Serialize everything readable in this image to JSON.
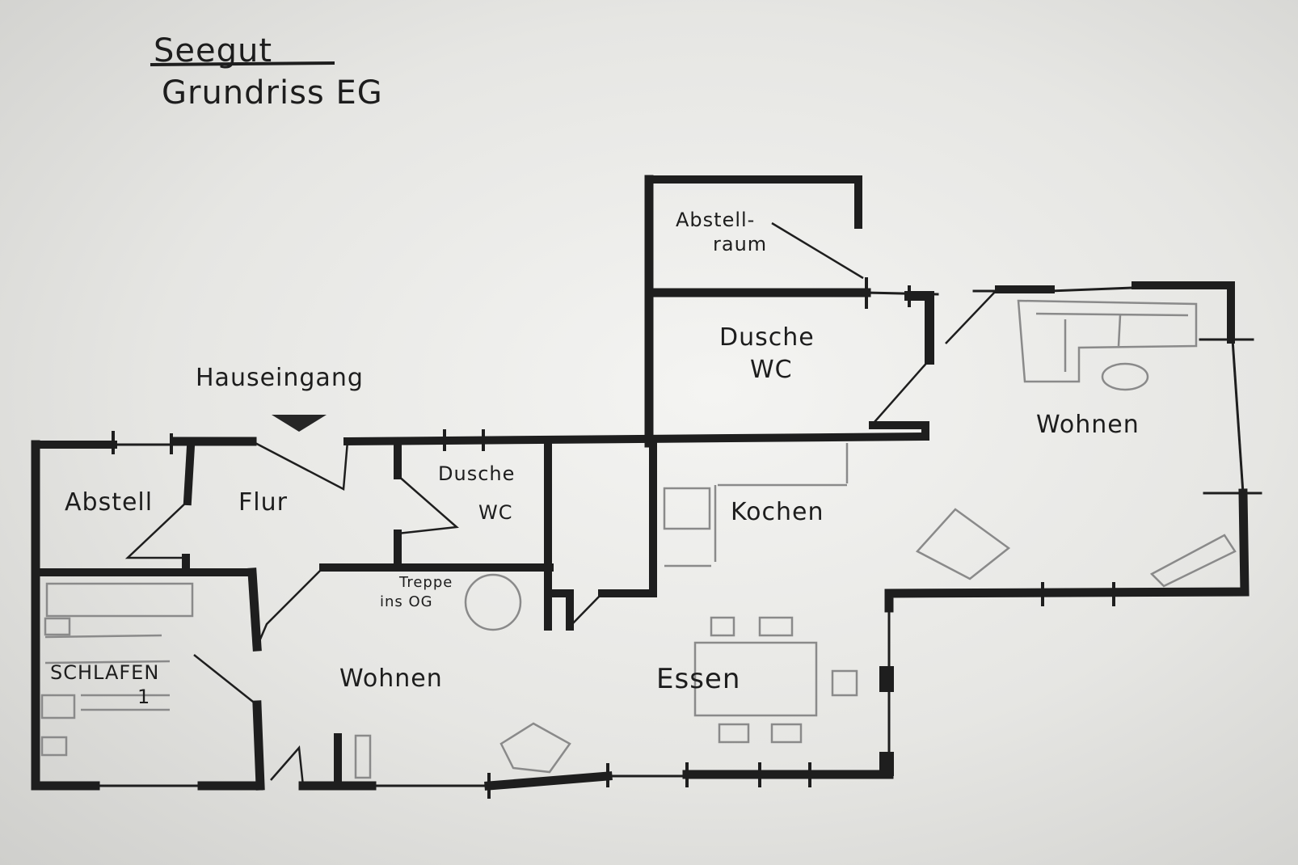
{
  "header": {
    "title": "Seegut",
    "subtitle": "Grundriss EG"
  },
  "entrance": {
    "label": "Hauseingang",
    "marker": "triangle-down-icon"
  },
  "rooms": {
    "abstellraum_top": {
      "line1": "Abstell-",
      "line2": "raum"
    },
    "dusche_wc_top": {
      "line1": "Dusche",
      "line2": "WC"
    },
    "wohnen_right": "Wohnen",
    "abstell_left": "Abstell",
    "flur": "Flur",
    "dusche_wc_left": {
      "line1": "Dusche",
      "line2": "WC"
    },
    "kochen": "Kochen",
    "treppe": {
      "line1": "Treppe",
      "line2": "ins OG"
    },
    "schlafen": {
      "line1": "SCHLAFEN",
      "line2": "1"
    },
    "wohnen_center": "Wohnen",
    "essen": "Essen"
  },
  "colors": {
    "paper": "#eeeeec",
    "wall": "#1e1e1e",
    "furniture": "#8a8a8a"
  }
}
